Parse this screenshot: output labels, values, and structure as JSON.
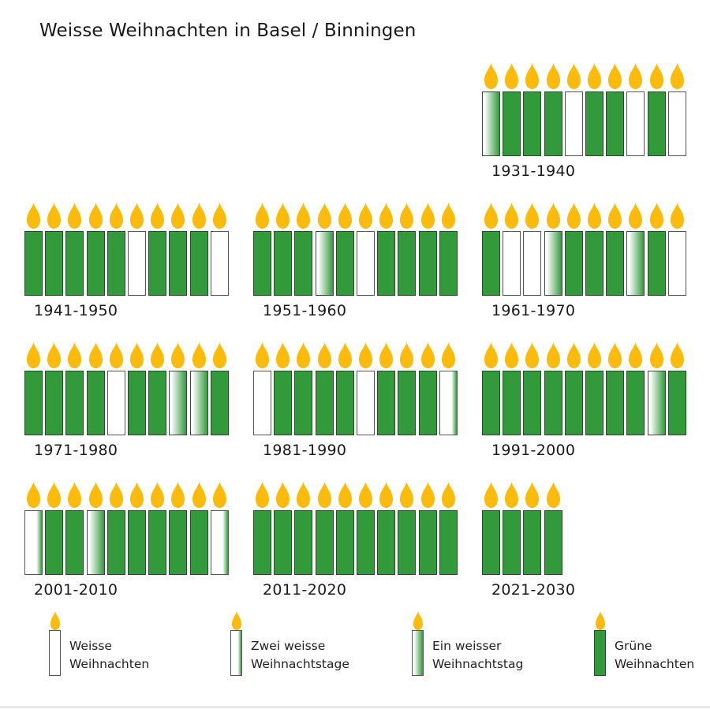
{
  "title": "Weisse Weihnachten in Basel / Binningen",
  "colors": {
    "green": "#339a3c",
    "white": "#ffffff",
    "flame": "#fbbb0c",
    "outline": "#444444"
  },
  "legend": [
    {
      "key": "W",
      "line1": "Weisse",
      "line2": "Weihnachten"
    },
    {
      "key": "Z",
      "line1": "Zwei weisse",
      "line2": "Weihnachtstage"
    },
    {
      "key": "E",
      "line1": "Ein weisser",
      "line2": "Weihnachtstag"
    },
    {
      "key": "G",
      "line1": "Grüne",
      "line2": "Weihnachten"
    }
  ],
  "decades": [
    {
      "label": "1931-1940",
      "candles": [
        "E",
        "G",
        "G",
        "G",
        "W",
        "G",
        "G",
        "W",
        "G",
        "W"
      ]
    },
    {
      "label": "1941-1950",
      "candles": [
        "G",
        "G",
        "G",
        "G",
        "G",
        "W",
        "G",
        "G",
        "G",
        "W"
      ]
    },
    {
      "label": "1951-1960",
      "candles": [
        "G",
        "G",
        "G",
        "E",
        "G",
        "W",
        "G",
        "G",
        "G",
        "G"
      ]
    },
    {
      "label": "1961-1970",
      "candles": [
        "G",
        "W",
        "W",
        "E",
        "G",
        "G",
        "G",
        "E",
        "G",
        "W"
      ]
    },
    {
      "label": "1971-1980",
      "candles": [
        "G",
        "G",
        "G",
        "G",
        "W",
        "G",
        "G",
        "E",
        "E",
        "G"
      ]
    },
    {
      "label": "1981-1990",
      "candles": [
        "W",
        "G",
        "G",
        "G",
        "G",
        "W",
        "G",
        "G",
        "G",
        "Z"
      ]
    },
    {
      "label": "1991-2000",
      "candles": [
        "G",
        "G",
        "G",
        "G",
        "G",
        "G",
        "G",
        "G",
        "E",
        "G"
      ]
    },
    {
      "label": "2001-2010",
      "candles": [
        "Z",
        "G",
        "G",
        "E",
        "G",
        "G",
        "G",
        "G",
        "G",
        "Z"
      ]
    },
    {
      "label": "2011-2020",
      "candles": [
        "G",
        "G",
        "G",
        "G",
        "G",
        "G",
        "G",
        "G",
        "G",
        "G"
      ]
    },
    {
      "label": "2021-2030",
      "candles": [
        "G",
        "G",
        "G",
        "G"
      ]
    }
  ],
  "chart_data": {
    "type": "table",
    "title": "Weisse Weihnachten in Basel / Binningen",
    "categories_legend": {
      "W": "Weisse Weihnachten",
      "Z": "Zwei weisse Weihnachtstage",
      "E": "Ein weisser Weihnachtstag",
      "G": "Grüne Weihnachten"
    },
    "years": {
      "1931": "E",
      "1932": "G",
      "1933": "G",
      "1934": "G",
      "1935": "W",
      "1936": "G",
      "1937": "G",
      "1938": "W",
      "1939": "G",
      "1940": "W",
      "1941": "G",
      "1942": "G",
      "1943": "G",
      "1944": "G",
      "1945": "G",
      "1946": "W",
      "1947": "G",
      "1948": "G",
      "1949": "G",
      "1950": "W",
      "1951": "G",
      "1952": "G",
      "1953": "G",
      "1954": "E",
      "1955": "G",
      "1956": "W",
      "1957": "G",
      "1958": "G",
      "1959": "G",
      "1960": "G",
      "1961": "G",
      "1962": "W",
      "1963": "W",
      "1964": "E",
      "1965": "G",
      "1966": "G",
      "1967": "G",
      "1968": "E",
      "1969": "G",
      "1970": "W",
      "1971": "G",
      "1972": "G",
      "1973": "G",
      "1974": "G",
      "1975": "W",
      "1976": "G",
      "1977": "G",
      "1978": "E",
      "1979": "E",
      "1980": "G",
      "1981": "W",
      "1982": "G",
      "1983": "G",
      "1984": "G",
      "1985": "G",
      "1986": "W",
      "1987": "G",
      "1988": "G",
      "1989": "G",
      "1990": "Z",
      "1991": "G",
      "1992": "G",
      "1993": "G",
      "1994": "G",
      "1995": "G",
      "1996": "G",
      "1997": "G",
      "1998": "G",
      "1999": "E",
      "2000": "G",
      "2001": "Z",
      "2002": "G",
      "2003": "G",
      "2004": "E",
      "2005": "G",
      "2006": "G",
      "2007": "G",
      "2008": "G",
      "2009": "G",
      "2010": "Z",
      "2011": "G",
      "2012": "G",
      "2013": "G",
      "2014": "G",
      "2015": "G",
      "2016": "G",
      "2017": "G",
      "2018": "G",
      "2019": "G",
      "2020": "G",
      "2021": "G",
      "2022": "G",
      "2023": "G",
      "2024": "G"
    },
    "layout": "decade grid, 3 columns, candles represent years"
  }
}
